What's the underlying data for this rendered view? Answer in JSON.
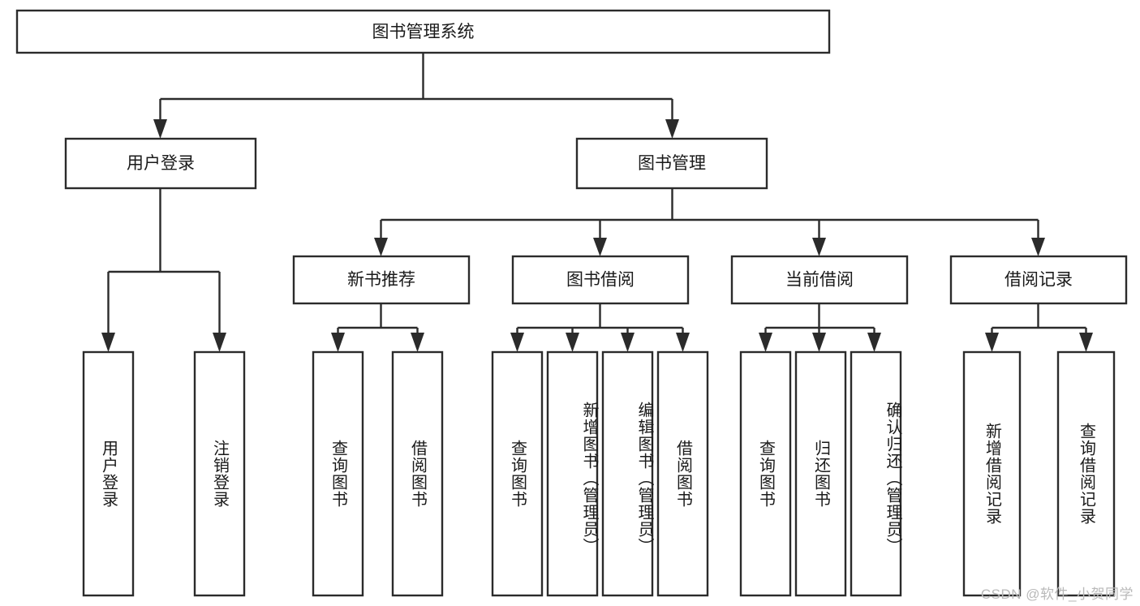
{
  "diagram": {
    "type": "tree-hierarchy",
    "title": "图书管理系统",
    "watermark": "CSDN @软件_小贺同学",
    "colors": {
      "stroke": "#2b2b2b",
      "fill": "#ffffff",
      "text": "#1a1a1a",
      "watermark": "#b9b9b9"
    },
    "root": {
      "label": "图书管理系统",
      "orientation": "horizontal"
    },
    "level2": [
      {
        "label": "用户登录",
        "orientation": "horizontal"
      },
      {
        "label": "图书管理",
        "orientation": "horizontal"
      }
    ],
    "level3": [
      {
        "label": "新书推荐",
        "orientation": "horizontal"
      },
      {
        "label": "图书借阅",
        "orientation": "horizontal"
      },
      {
        "label": "当前借阅",
        "orientation": "horizontal"
      },
      {
        "label": "借阅记录",
        "orientation": "horizontal"
      }
    ],
    "leaves": {
      "user_login": [
        {
          "label": "用户登录",
          "orientation": "vertical"
        },
        {
          "label": "注销登录",
          "orientation": "vertical"
        }
      ],
      "new_book_recommend": [
        {
          "label": "查询图书",
          "orientation": "vertical"
        },
        {
          "label": "借阅图书",
          "orientation": "vertical"
        }
      ],
      "book_borrow": [
        {
          "label": "查询图书",
          "orientation": "vertical"
        },
        {
          "label": "新增图书（管理员）",
          "orientation": "vertical"
        },
        {
          "label": "编辑图书（管理员）",
          "orientation": "vertical"
        },
        {
          "label": "借阅图书",
          "orientation": "vertical"
        }
      ],
      "current_borrow": [
        {
          "label": "查询图书",
          "orientation": "vertical"
        },
        {
          "label": "归还图书",
          "orientation": "vertical"
        },
        {
          "label": "确认归还（管理员）",
          "orientation": "vertical"
        }
      ],
      "borrow_record": [
        {
          "label": "新增借阅记录",
          "orientation": "vertical"
        },
        {
          "label": "查询借阅记录",
          "orientation": "vertical"
        }
      ]
    }
  }
}
